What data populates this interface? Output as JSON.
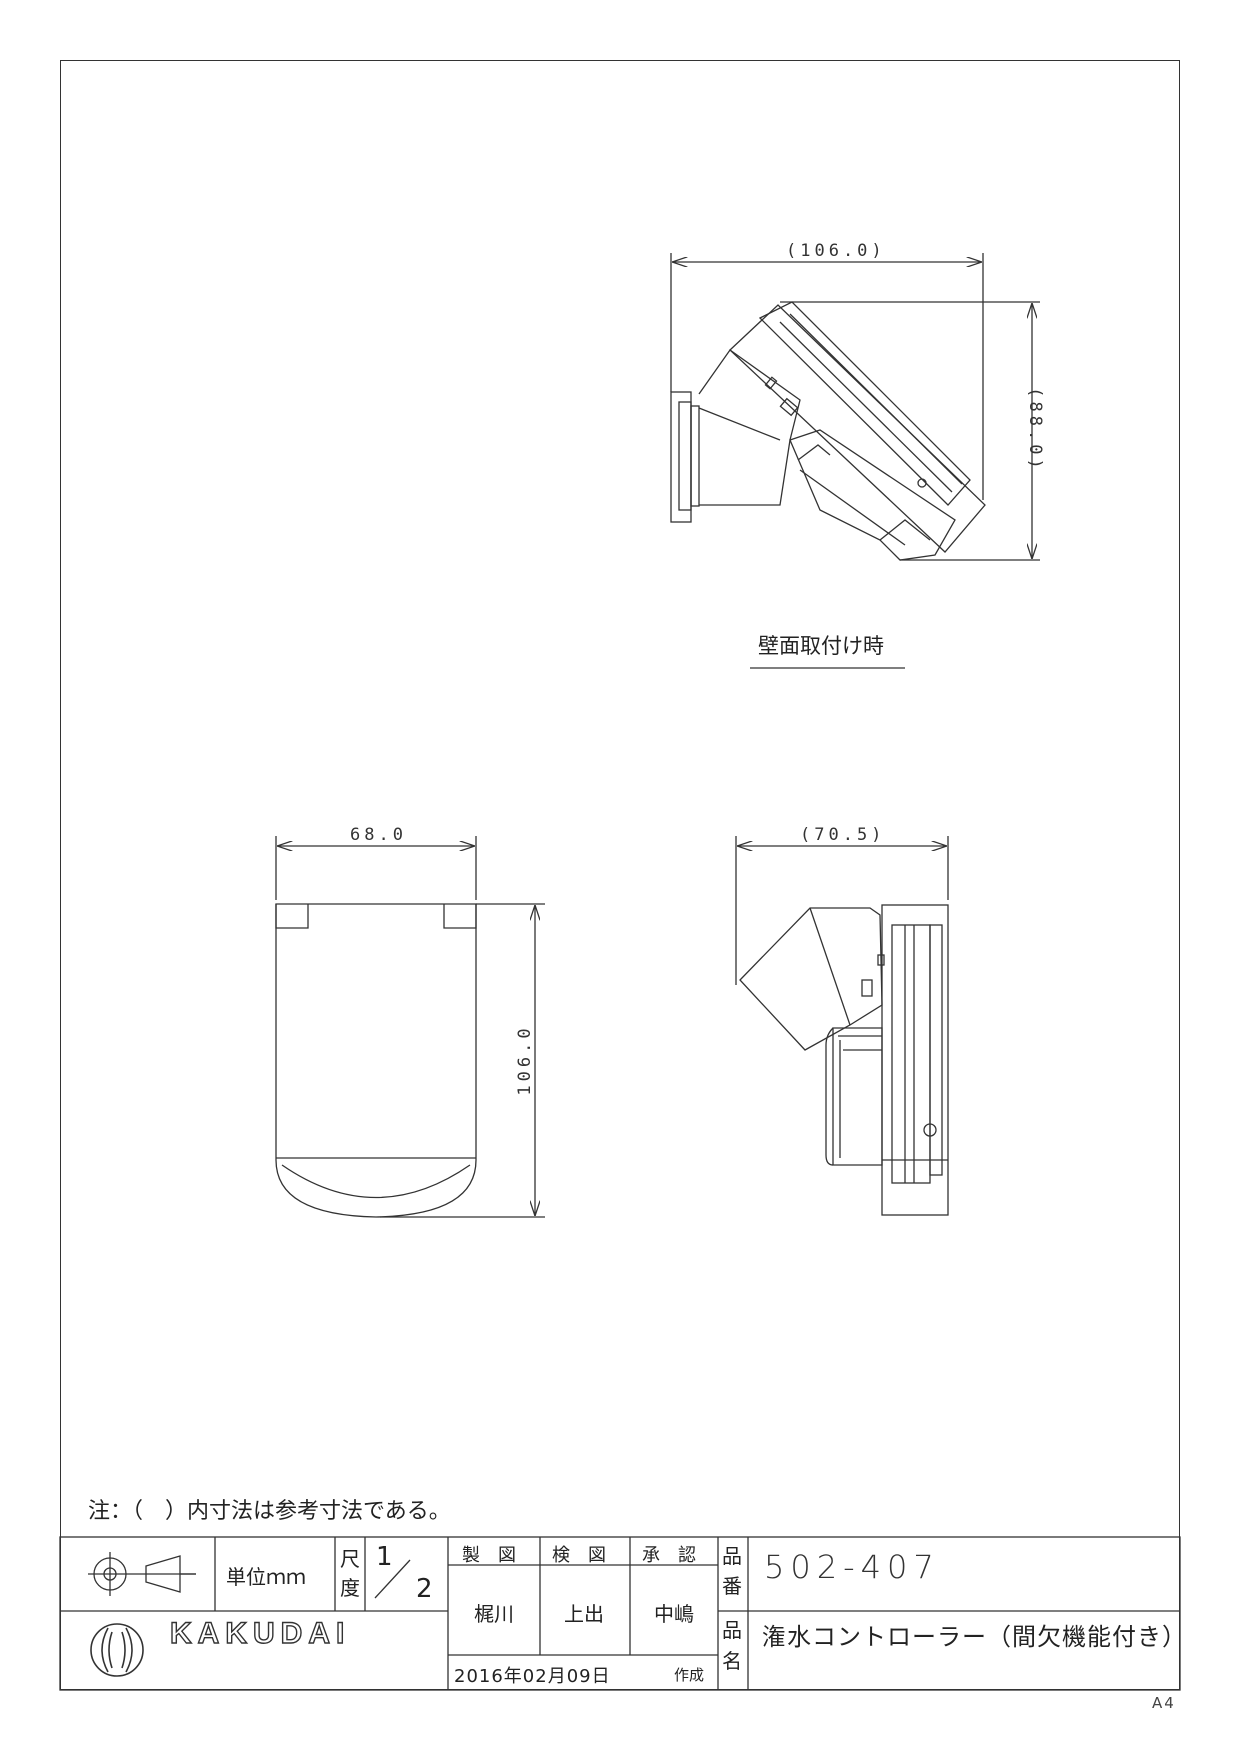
{
  "views": {
    "wall_mount": {
      "caption": "壁面取付け時",
      "dim_width": "(106.0)",
      "dim_height": "(88.0)"
    },
    "front": {
      "dim_width": "68.0",
      "dim_height": "106.0"
    },
    "side": {
      "dim_width": "(70.5)"
    }
  },
  "note": "注：（　）内寸法は参考寸法である。",
  "title_block": {
    "unit_label": "単位ｍｍ",
    "scale_label_1": "尺",
    "scale_label_2": "度",
    "scale_num": "1",
    "scale_den": "2",
    "drawn_label": "製　図",
    "checked_label": "検　図",
    "approved_label": "承　認",
    "drawn_by": "梶川",
    "checked_by": "上出",
    "approved_by": "中嶋",
    "date": "2016年02月09日",
    "created_label": "作成",
    "part_no_label_1": "品",
    "part_no_label_2": "番",
    "part_name_label_1": "品",
    "part_name_label_2": "名",
    "part_no": "502-407",
    "part_name": "潅水コントローラー（間欠機能付き）",
    "company": "KAKUDAI"
  },
  "sheet_size": "A4",
  "icons": [
    "third-angle-projection-icon",
    "kakudai-logo-icon"
  ],
  "colors": {
    "line": "#333333",
    "paper": "#ffffff"
  }
}
